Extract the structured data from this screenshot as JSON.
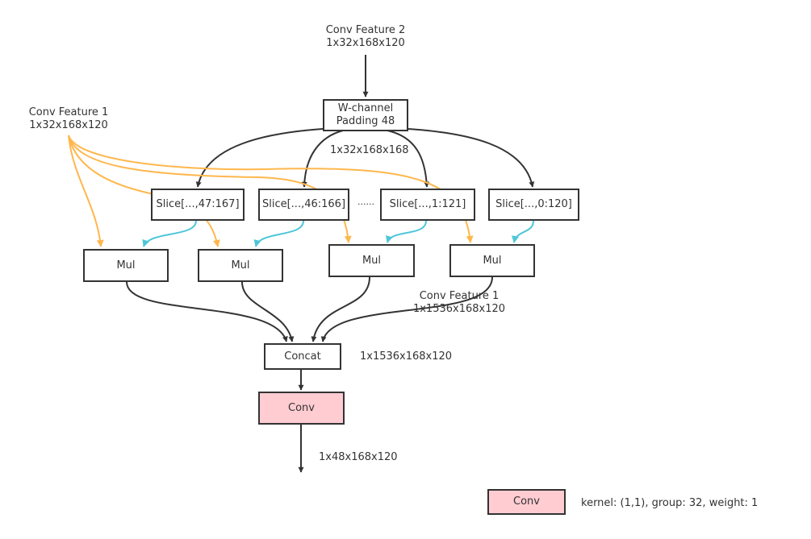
{
  "colors": {
    "stroke": "#333333",
    "feature1_edge": "#ffb74d",
    "slice_edge": "#4dc6d8",
    "conv_fill": "#ffccd2",
    "background": "#ffffff"
  },
  "inputs": {
    "feature2": {
      "name": "Conv Feature 2",
      "shape": "1x32x168x120"
    },
    "feature1": {
      "name": "Conv Feature 1",
      "shape": "1x32x168x120"
    }
  },
  "nodes": {
    "padding": {
      "line1": "W-channel",
      "line2": "Padding 48"
    },
    "slices": [
      {
        "label": "Slice[...,47:167]"
      },
      {
        "label": "Slice[...,46:166]"
      },
      {
        "label": "Slice[...,1:121]"
      },
      {
        "label": "Slice[...,0:120]"
      }
    ],
    "ellipsis": "······",
    "muls": [
      {
        "label": "Mul"
      },
      {
        "label": "Mul"
      },
      {
        "label": "Mul"
      },
      {
        "label": "Mul"
      }
    ],
    "concat": {
      "label": "Concat"
    },
    "conv": {
      "label": "Conv"
    }
  },
  "edge_labels": {
    "padded_shape": "1x32x168x168",
    "mul_feature_name": "Conv Feature 1",
    "mul_feature_shape": "1x1536x168x120",
    "concat_shape": "1x1536x168x120",
    "output_shape": "1x48x168x120"
  },
  "legend": {
    "box_label": "Conv",
    "description": "kernel: (1,1), group: 32, weight: 1"
  }
}
